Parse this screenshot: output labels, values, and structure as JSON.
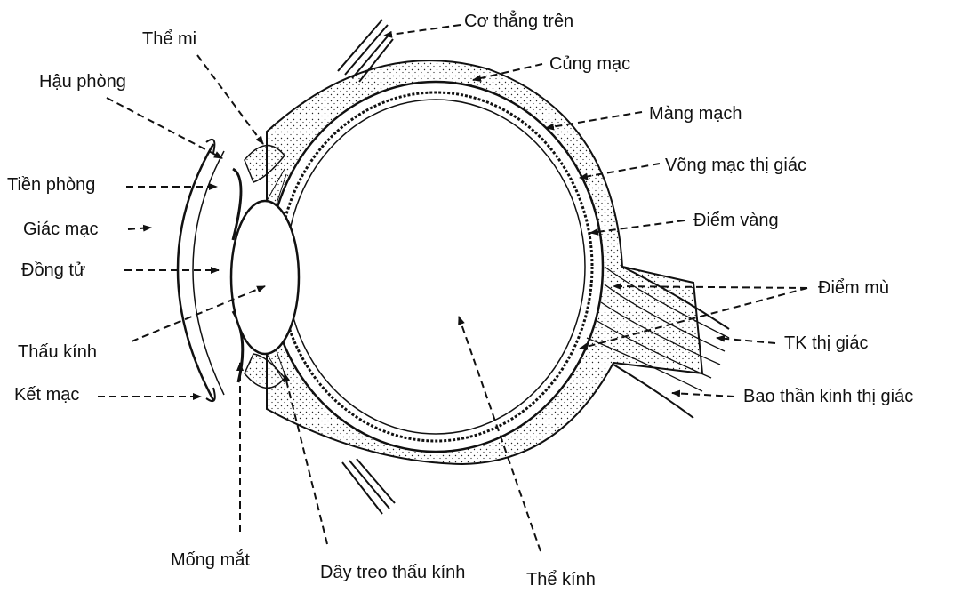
{
  "diagram": {
    "labels": {
      "co_thang_tren": "Cơ thẳng trên",
      "the_mi": "Thể mi",
      "cung_mac": "Củng mạc",
      "hau_phong": "Hậu phòng",
      "mang_mach": "Màng mạch",
      "vong_mac": "Võng mạc thị giác",
      "tien_phong": "Tiền phòng",
      "diem_vang": "Điểm vàng",
      "giac_mac": "Giác mạc",
      "dong_tu": "Đồng tử",
      "diem_mu": "Điểm mù",
      "tk_thi_giac": "TK thị giác",
      "thau_kinh": "Thấu kính",
      "ket_mac": "Kết mạc",
      "bao_than_kinh": "Bao thần kinh thị giác",
      "mong_mat": "Mống mắt",
      "day_treo": "Dây treo thấu kính",
      "the_kinh": "Thể kính"
    }
  }
}
